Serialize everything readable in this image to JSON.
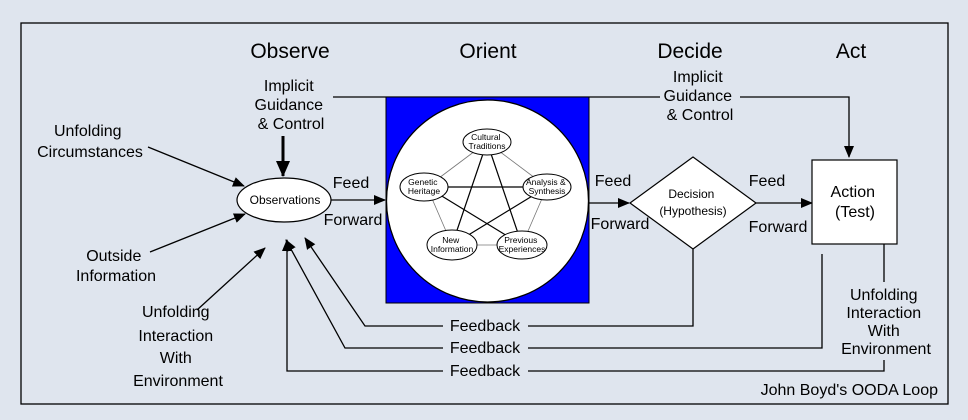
{
  "headers": {
    "observe": "Observe",
    "orient": "Orient",
    "decide": "Decide",
    "act": "Act"
  },
  "guidance_left": [
    "Implicit",
    "Guidance",
    "& Control"
  ],
  "guidance_right": [
    "Implicit",
    "Guidance",
    "& Control"
  ],
  "inputs": {
    "unfolding_circumstances": [
      "Unfolding",
      "Circumstances"
    ],
    "outside_information": [
      "Outside",
      "Information"
    ],
    "unfolding_interaction": [
      "Unfolding",
      "Interaction",
      "With",
      "Environment"
    ]
  },
  "nodes": {
    "observations": "Observations",
    "cultural_traditions": [
      "Cultural",
      "Traditions"
    ],
    "genetic_heritage": [
      "Genetic",
      "Heritage"
    ],
    "analysis_synthesis": [
      "Analysis &",
      "Synthesis"
    ],
    "new_information": [
      "New",
      "Information"
    ],
    "previous_experiences": [
      "Previous",
      "Experiences"
    ],
    "decision": [
      "Decision",
      "(Hypothesis)"
    ],
    "action": [
      "Action",
      "(Test)"
    ]
  },
  "flows": {
    "feed": "Feed",
    "forward": "Forward",
    "feedback": "Feedback",
    "unfolding_interaction_right": [
      "Unfolding",
      "Interaction",
      "With",
      "Environment"
    ]
  },
  "caption": "John Boyd's OODA Loop",
  "colors": {
    "background": "#dfe5ee",
    "orient_box": "#0000ff",
    "shape_fill": "#ffffff",
    "stroke": "#000000"
  }
}
